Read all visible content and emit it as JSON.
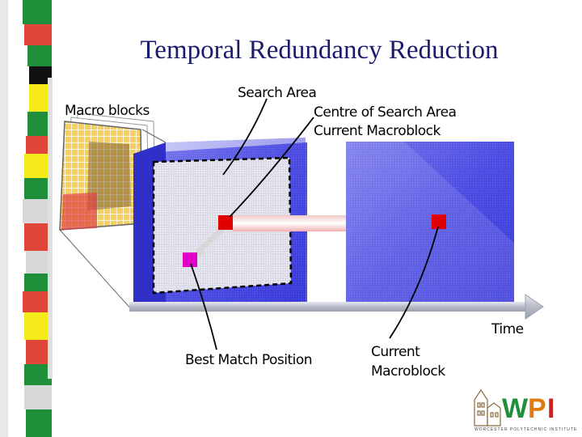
{
  "slide": {
    "title": "Temporal Redundancy Reduction"
  },
  "labels": {
    "macro_blocks": "Macro blocks",
    "search_area": "Search Area",
    "centre_line1": "Centre of Search Area",
    "centre_line2": "Current Macroblock",
    "time": "Time",
    "best_match": "Best Match Position",
    "current_line1": "Current",
    "current_line2": "Macroblock"
  },
  "logo": {
    "text": "WPI",
    "subtitle": "WORCESTER POLYTECHNIC INSTITUTE"
  },
  "colors": {
    "frame_blue": "#3a3ae0",
    "search_area": "#d8d8e8",
    "current_block": "#e00000",
    "best_match": "#e000c8",
    "arrow_grey": "#c8ccd8",
    "strip": [
      "#e0453a",
      "#1f8f3a",
      "#f5ea1a",
      "#d8d8d8",
      "#111111"
    ]
  },
  "icons": [
    "time-arrow-icon",
    "motion-vector-arrow-icon",
    "wpi-logo-icon"
  ]
}
